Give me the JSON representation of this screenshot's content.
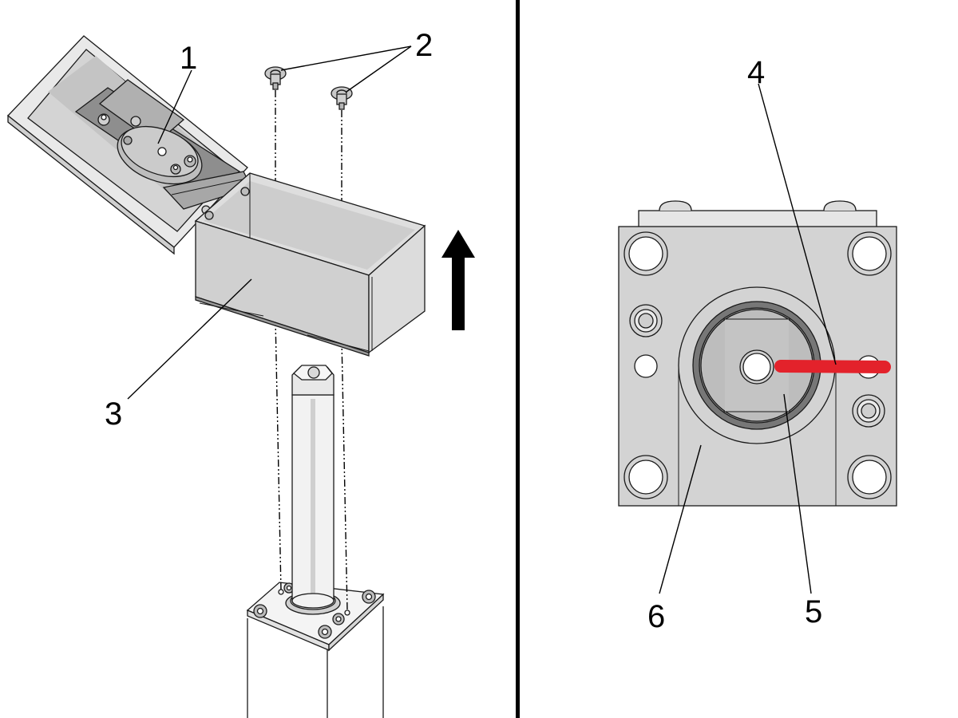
{
  "callouts": [
    {
      "id": "1",
      "text": "1"
    },
    {
      "id": "2",
      "text": "2"
    },
    {
      "id": "3",
      "text": "3"
    },
    {
      "id": "4",
      "text": "4"
    },
    {
      "id": "5",
      "text": "5"
    },
    {
      "id": "6",
      "text": "6"
    }
  ],
  "colors": {
    "part_fill": "#d2d2d2",
    "part_light": "#e4e4e4",
    "part_dark": "#8f8f8f",
    "outline": "#1a1a1a",
    "indicator": "#e3222b",
    "arrow": "#000000"
  },
  "icons": {
    "direction": "arrow-up-icon"
  }
}
